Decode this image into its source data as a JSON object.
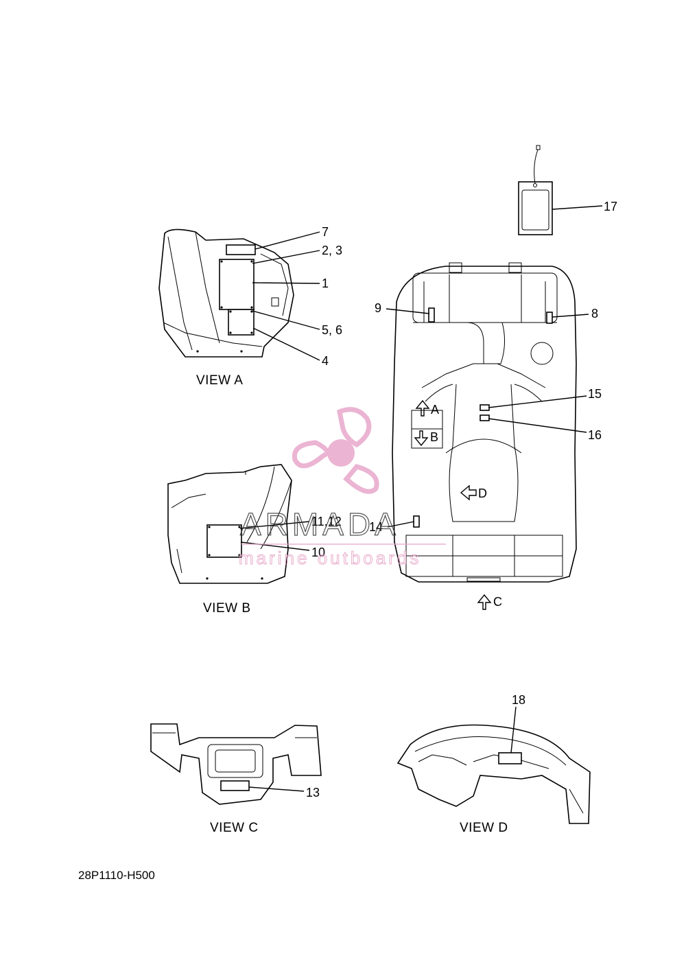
{
  "diagram": {
    "drawing_code": "28P1110-H500",
    "views": {
      "view_a": "VIEW A",
      "view_b": "VIEW B",
      "view_c": "VIEW C",
      "view_d": "VIEW D"
    },
    "view_markers": {
      "a": "A",
      "b": "B",
      "c": "C",
      "d": "D"
    },
    "callouts": {
      "c1": "1",
      "c2_3": "2, 3",
      "c4": "4",
      "c5_6": "5, 6",
      "c7": "7",
      "c8": "8",
      "c9": "9",
      "c10": "10",
      "c11_12": "11,12",
      "c13": "13",
      "c14": "14",
      "c15": "15",
      "c16": "16",
      "c17": "17",
      "c18": "18"
    }
  },
  "watermark": {
    "brand": "ARMADA",
    "tagline": "marine outboards",
    "logo_icon": "propeller-icon",
    "logo_color": "#e8a7cb"
  }
}
